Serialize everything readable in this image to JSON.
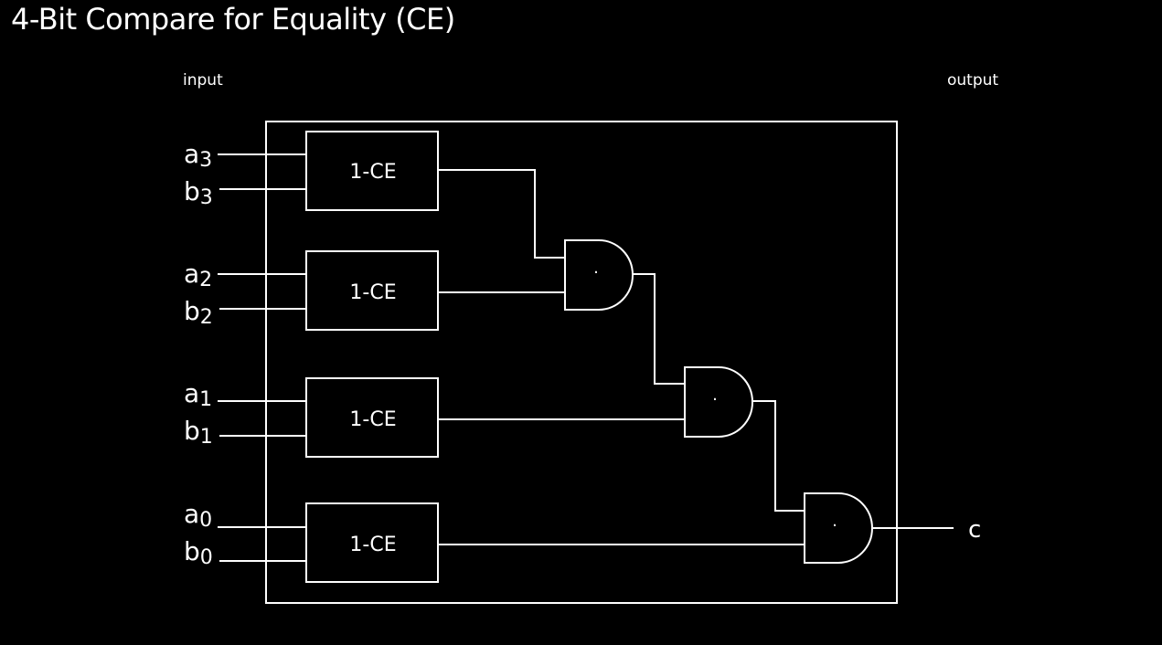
{
  "title": "4-Bit Compare for Equality (CE)",
  "labels": {
    "input": "input",
    "output": "output",
    "out_var": "c"
  },
  "blocks": [
    {
      "label": "1-CE",
      "a": {
        "base": "a",
        "sub": "3"
      },
      "b": {
        "base": "b",
        "sub": "3"
      }
    },
    {
      "label": "1-CE",
      "a": {
        "base": "a",
        "sub": "2"
      },
      "b": {
        "base": "b",
        "sub": "2"
      }
    },
    {
      "label": "1-CE",
      "a": {
        "base": "a",
        "sub": "1"
      },
      "b": {
        "base": "b",
        "sub": "1"
      }
    },
    {
      "label": "1-CE",
      "a": {
        "base": "a",
        "sub": "0"
      },
      "b": {
        "base": "b",
        "sub": "0"
      }
    }
  ],
  "gates": [
    {
      "symbol": "·"
    },
    {
      "symbol": "·"
    },
    {
      "symbol": "·"
    }
  ],
  "colors": {
    "background": "#000000",
    "foreground": "#ffffff"
  }
}
